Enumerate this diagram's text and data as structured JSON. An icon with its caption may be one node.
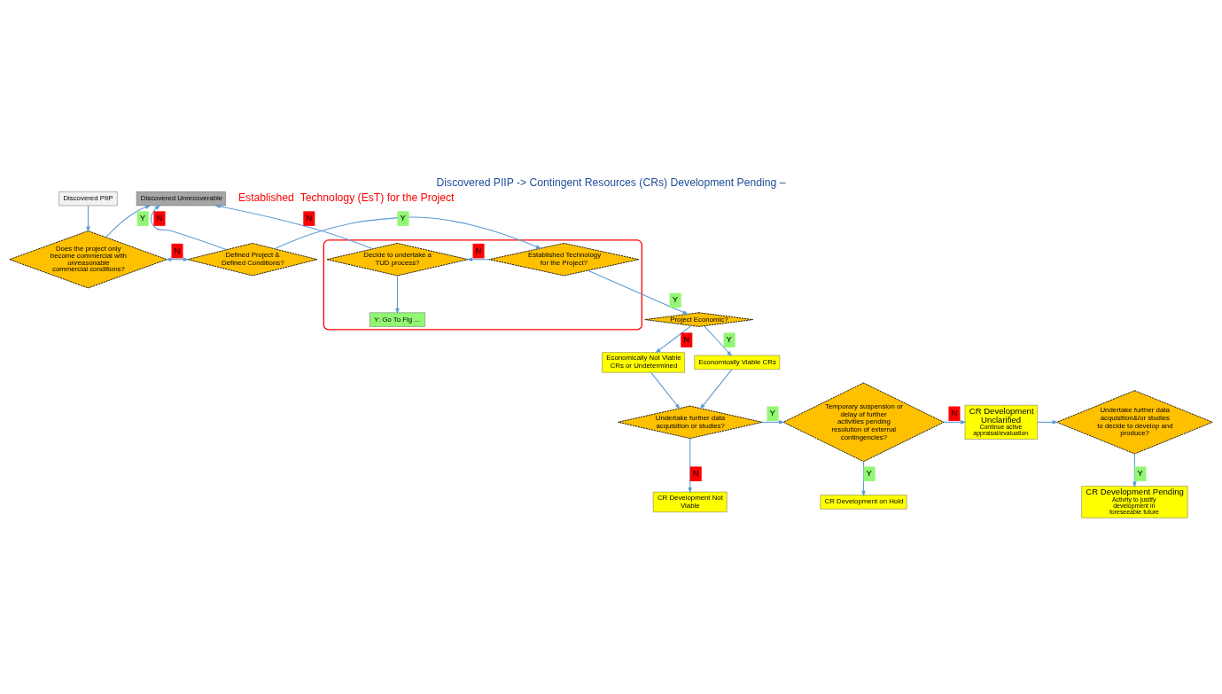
{
  "diagram": {
    "title": "Discovered PIIP -> Contingent Resources (CRs) Development Pending –",
    "nodes": [
      {
        "text": [
          "Discovered PIIP"
        ]
      },
      {
        "text": [
          "Does the project only become commercial with *unreasonable* commercial conditions?"
        ]
      },
      {
        "text": [
          "Defined Project & Defined Conditions?"
        ]
      },
      {
        "text": [
          "Discovered Unrecoverable"
        ]
      },
      {
        "text": [],
        "shape": "box"
      },
      {
        "text": [
          "Established Technology for the Project?"
        ],
        "in": 4
      },
      {
        "text": [
          "Decide to undertake a TUD process?"
        ],
        "in": 4
      },
      {
        "text": [
          "Y: Go To Fig ..."
        ],
        "in": 4
      },
      {
        "text": [
          "Project Economic?"
        ]
      },
      {
        "text": [
          "Economically Not Viable CRs or Undetermined"
        ]
      },
      {
        "text": [
          "Economically Viable CRs"
        ]
      },
      {
        "text": [
          "Undertake further data acquisition or studies?"
        ]
      },
      {
        "text": [
          "CR Development Not Viable"
        ]
      },
      {
        "text": [
          "Temporary suspension or delay of further activities pending resolution of external contingencies?"
        ]
      },
      {
        "text": [
          "CR Development Unclarified",
          "Continue active appraisal/evaluation"
        ]
      },
      {
        "text": [
          "CR Development on Hold"
        ]
      },
      {
        "text": [
          "Undertake further data acquisition&/or studies to decide to develop and produce?"
        ]
      },
      {
        "text": [
          "CR Development Pending",
          "Activity to justify development in foreseeable future"
        ]
      }
    ],
    "edges": [
      {
        "from": 0,
        "to": 1,
        "arrow": "to"
      },
      {
        "from": 1,
        "to": 3,
        "arrow": "to",
        "label": "Y"
      },
      {
        "from": 1,
        "to": 2,
        "arrow": "both",
        "label": "N"
      },
      {
        "from": 2,
        "to": 3,
        "arrow": "to",
        "label": "N"
      },
      {
        "from": 2,
        "to": 5,
        "arrow": "to",
        "label": "Y"
      },
      {
        "from": 5,
        "to": 6,
        "arrow": "to",
        "label": "N"
      },
      {
        "from": 6,
        "to": 3,
        "arrow": "to",
        "label": "N"
      },
      {
        "from": 6,
        "to": 7,
        "arrow": "to"
      },
      {
        "from": 5,
        "to": 8,
        "arrow": "to",
        "label": "Y"
      },
      {
        "from": 8,
        "to": 9,
        "arrow": "to",
        "label": "N"
      },
      {
        "from": 8,
        "to": 10,
        "arrow": "to",
        "label": "Y"
      },
      {
        "from": 9,
        "to": 11,
        "arrow": "to"
      },
      {
        "from": 10,
        "to": 11,
        "arrow": "to"
      },
      {
        "from": 11,
        "to": 12,
        "arrow": "to",
        "label": "N"
      },
      {
        "from": 11,
        "to": 13,
        "arrow": "to",
        "label": "Y"
      },
      {
        "from": 13,
        "to": 14,
        "arrow": "to",
        "label": "N"
      },
      {
        "from": 13,
        "to": 15,
        "arrow": "to",
        "label": "Y"
      },
      {
        "from": 14,
        "to": 16,
        "arrow": "to"
      },
      {
        "from": 16,
        "to": 17,
        "arrow": "to",
        "label": "Y"
      }
    ],
    "labels": [
      "Established  Technology (EsT) for the Project"
    ]
  }
}
